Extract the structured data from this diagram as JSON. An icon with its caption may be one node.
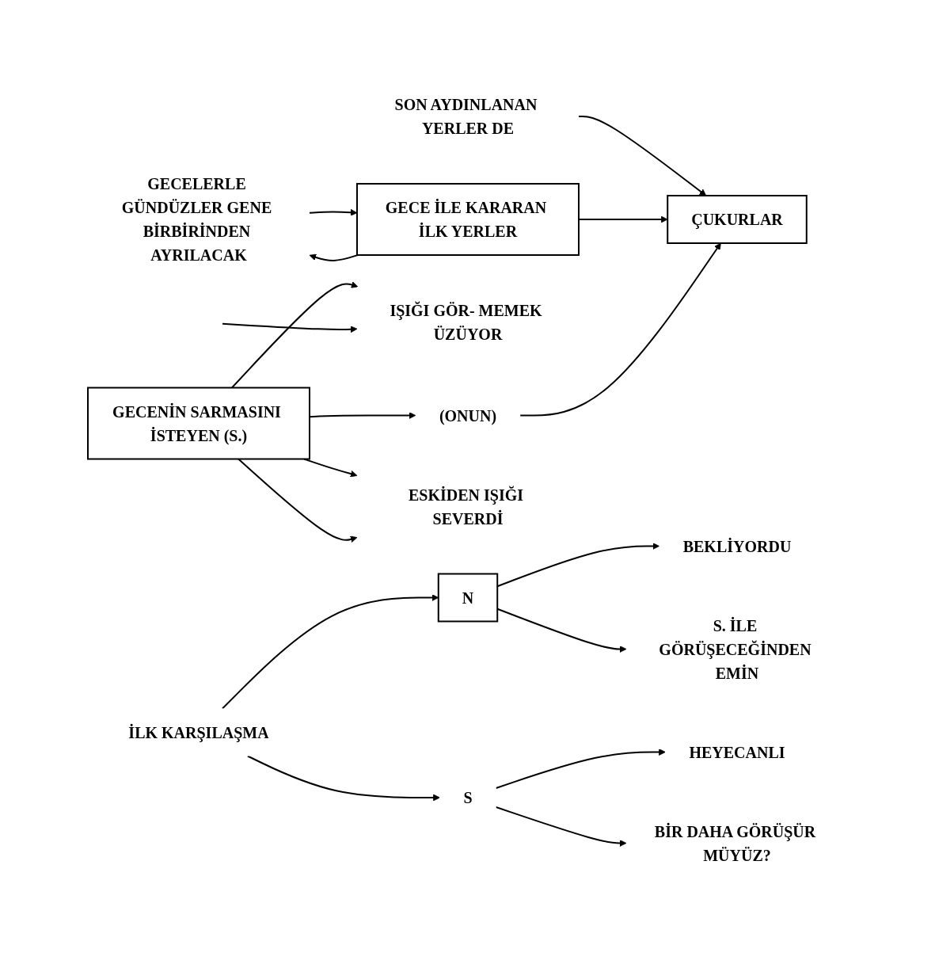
{
  "diagram": {
    "nodes": [
      {
        "text": [
          "SON AYDINLANAN YERLER DE"
        ]
      },
      {
        "text": [
          "ÇUKURLAR"
        ]
      },
      {
        "text": [
          "GECE İLE KARARAN İLK YERLER"
        ]
      },
      {
        "text": [
          "GECENİN SARMASINI İSTEYEN (S.)"
        ]
      },
      {
        "text": [
          "ESKİDEN IŞIĞI SEVERDİ"
        ]
      },
      {
        "text": [
          "(ONUN)"
        ]
      },
      {
        "text": [
          "IŞIĞI GÖR- MEMEK ÜZÜYOR"
        ]
      },
      {
        "text": [
          "N"
        ]
      },
      {
        "text": [
          "BEKLİYORDU"
        ]
      },
      {
        "text": [
          "İLK KARŞILAŞMA"
        ]
      },
      {
        "text": [
          "S"
        ]
      },
      {
        "text": [
          "HEYECANLI"
        ]
      },
      {
        "text": [
          "BİR DAHA GÖRÜŞÜR MÜYÜZ?"
        ]
      },
      {
        "text": [
          "GECELERLE GÜNDÜZLER GENE BİRBİRİNDEN AYRILACAK"
        ]
      },
      {
        "text": [
          "S. İLE GÖRÜŞECEĞİNDEN EMİN"
        ]
      }
    ],
    "edges": [
      {
        "from": 0,
        "to": 1,
        "arrow": "to"
      },
      {
        "from": 2,
        "to": 1,
        "arrow": "to"
      },
      {
        "from": 5,
        "to": 1,
        "arrow": "to"
      },
      {
        "from": 3,
        "to": 4,
        "arrow": "to"
      },
      {
        "from": 3,
        "to": 4,
        "arrow": "to"
      },
      {
        "from": 3,
        "to": 5,
        "arrow": "to"
      },
      {
        "from": 3,
        "to": 6,
        "arrow": "to"
      },
      {
        "from": null,
        "to": 6,
        "arrow": "to"
      },
      {
        "from": 13,
        "to": 2,
        "arrow": "to"
      },
      {
        "from": 2,
        "to": 13,
        "arrow": "to"
      },
      {
        "from": 7,
        "to": 8,
        "arrow": "to"
      },
      {
        "from": 9,
        "to": 7,
        "arrow": "to"
      },
      {
        "from": 9,
        "to": 10,
        "arrow": "to"
      },
      {
        "from": 10,
        "to": 11,
        "arrow": "to"
      },
      {
        "from": 10,
        "to": 12,
        "arrow": "to"
      },
      {
        "from": 7,
        "to": 14,
        "arrow": "to"
      }
    ]
  }
}
